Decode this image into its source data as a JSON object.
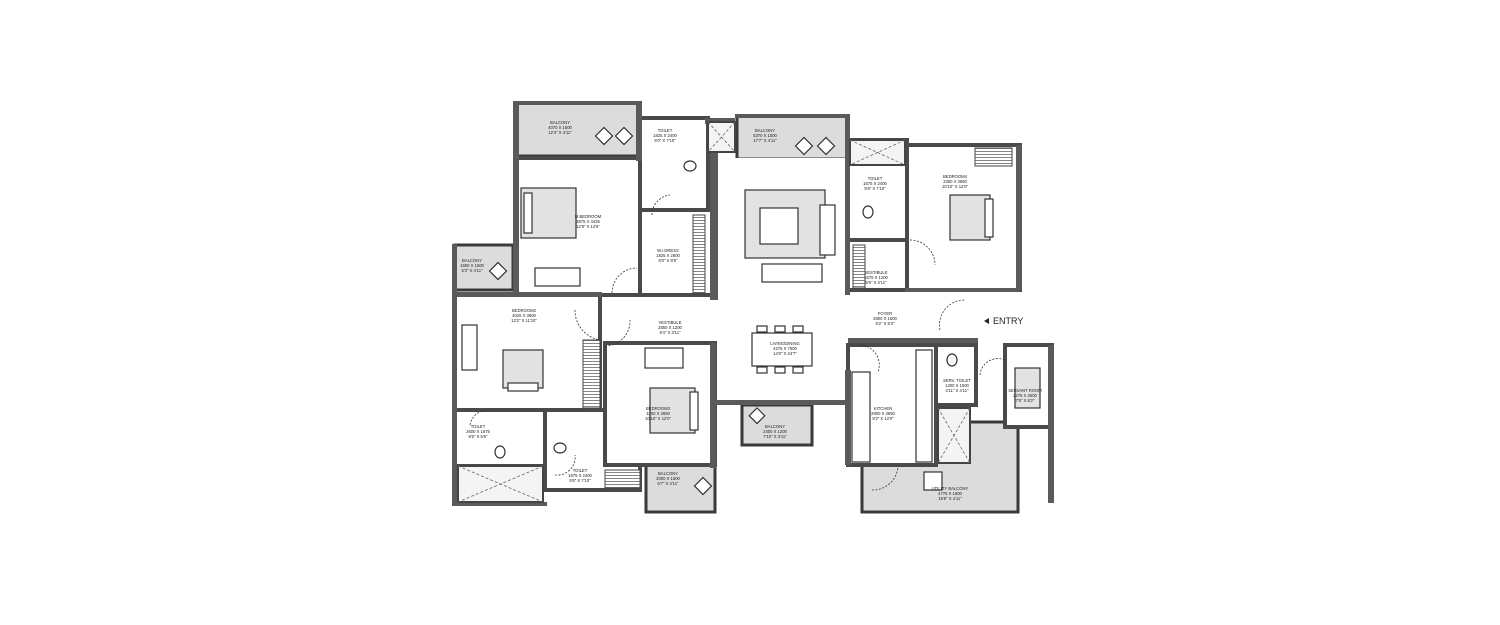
{
  "plan": {
    "entry_label": "ENTRY",
    "rooms": [
      {
        "id": "balcony-master",
        "name": "BALCONY",
        "mm": "4070 X 1500",
        "ft": "12'4\" X 4'11\""
      },
      {
        "id": "toilet-master",
        "name": "TOILET",
        "mm": "1825 X 2400",
        "ft": "6'0\" X 7'10\""
      },
      {
        "id": "master-bedroom",
        "name": "M.BEDROOM",
        "mm": "3875 X 4425",
        "ft": "12'8\" X 14'6\""
      },
      {
        "id": "walk-in-dress",
        "name": "W.I.DRESS",
        "mm": "1825 X 2600",
        "ft": "6'0\" X 8'6\""
      },
      {
        "id": "balcony-living",
        "name": "BALCONY",
        "mm": "5370 X 1500",
        "ft": "17'7\" X 4'11\""
      },
      {
        "id": "toilet-4",
        "name": "TOILET",
        "mm": "1675 X 2400",
        "ft": "5'6\" X 7'10\""
      },
      {
        "id": "bedroom-4",
        "name": "BEDROOM4",
        "mm": "3300 X 3650",
        "ft": "10'10\" X 12'0\""
      },
      {
        "id": "vestibule-4",
        "name": "VESTIBULE",
        "mm": "1675 X 1200",
        "ft": "5'6\" X 3'11\""
      },
      {
        "id": "balcony-bedroom2",
        "name": "BALCONY",
        "mm": "1600 X 1500",
        "ft": "5'3\" X 4'11\""
      },
      {
        "id": "bedroom-2",
        "name": "BEDROOM2",
        "mm": "4025 X 3600",
        "ft": "13'2\" X 11'10\""
      },
      {
        "id": "vestibule-3",
        "name": "VESTIBULE",
        "mm": "2850 X 1200",
        "ft": "9'4\" X 3'11\""
      },
      {
        "id": "living-dining",
        "name": "LIVING/DINING",
        "mm": "4275 X 7500",
        "ft": "14'0\" X 24'7\""
      },
      {
        "id": "foyer",
        "name": "FOYER",
        "mm": "2800 X 1600",
        "ft": "9'2\" X 5'3\""
      },
      {
        "id": "bedroom-3",
        "name": "BEDROOM3",
        "mm": "3300 X 3650",
        "ft": "10'10\" X 12'0\""
      },
      {
        "id": "toilet-2",
        "name": "TOILET",
        "mm": "2600 X 1675",
        "ft": "8'6\" X 5'6\""
      },
      {
        "id": "toilet-3",
        "name": "TOILET",
        "mm": "1675 X 2400",
        "ft": "5'6\" X 7'10\""
      },
      {
        "id": "balcony-bedroom3",
        "name": "BALCONY",
        "mm": "2000 X 1500",
        "ft": "6'7\" X 4'11\""
      },
      {
        "id": "balcony-dining",
        "name": "BALCONY",
        "mm": "2400 X 1200",
        "ft": "7'10\" X 3'11\""
      },
      {
        "id": "kitchen",
        "name": "KITCHEN",
        "mm": "2800 X 3650",
        "ft": "9'2\" X 12'0\""
      },
      {
        "id": "servant-toilet",
        "name": "SERV. TOILET",
        "mm": "1200 X 1500",
        "ft": "3'11\" X 4'11\""
      },
      {
        "id": "servant-room",
        "name": "SERVANT ROOM",
        "mm": "2275 X 2500",
        "ft": "7'6\" X 8'2\""
      },
      {
        "id": "utility-balcony",
        "name": "UTILITY BALCONY",
        "mm": "4775 X 1500",
        "ft": "15'8\" X 4'11\""
      }
    ]
  }
}
